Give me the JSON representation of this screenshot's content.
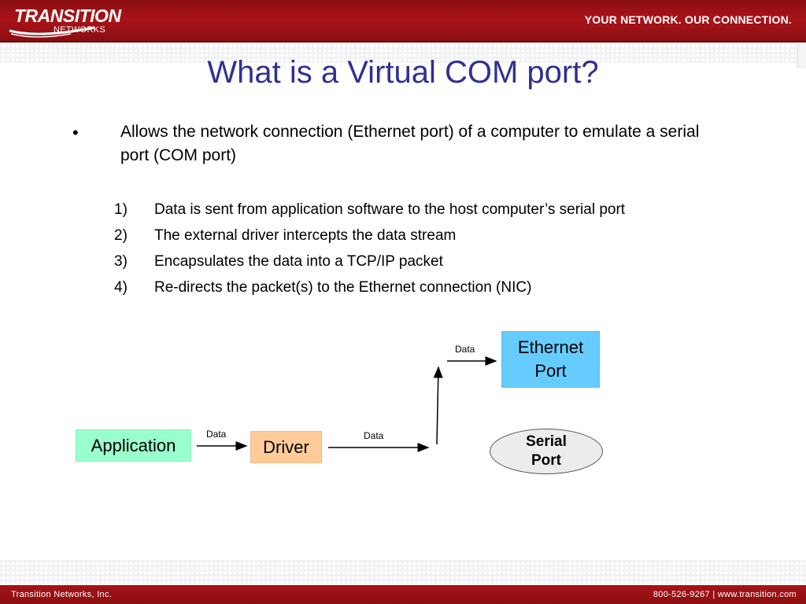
{
  "header": {
    "logo_main": "TRANSITION",
    "logo_sub": "NETWORKS",
    "tagline": "YOUR NETWORK. OUR CONNECTION."
  },
  "slide": {
    "title": "What is a Virtual COM port?",
    "bullet_symbol": "•",
    "bullet": "Allows the network connection (Ethernet port) of a computer to emulate a serial port (COM port)",
    "steps": [
      {
        "num": "1)",
        "text": "Data is sent from application software to the host computer’s serial port"
      },
      {
        "num": "2)",
        "text": "The external driver intercepts the data stream"
      },
      {
        "num": "3)",
        "text": "Encapsulates the data into a TCP/IP packet"
      },
      {
        "num": "4)",
        "text": "Re-directs the packet(s) to the Ethernet connection (NIC)"
      }
    ]
  },
  "diagram": {
    "application": "Application",
    "driver": "Driver",
    "ethernet_port_line1": "Ethernet",
    "ethernet_port_line2": "Port",
    "serial_port_line1": "Serial",
    "serial_port_line2": "Port",
    "data_label_1": "Data",
    "data_label_2": "Data",
    "data_label_3": "Data",
    "colors": {
      "application": "#99ffcc",
      "driver": "#ffcc99",
      "ethernet": "#66ccff",
      "serial": "#ececec",
      "title": "#2f3192",
      "header": "#a81418"
    }
  },
  "footer": {
    "left": "Transition Networks, Inc.",
    "right": "800-526-9267 | www.transition.com"
  }
}
